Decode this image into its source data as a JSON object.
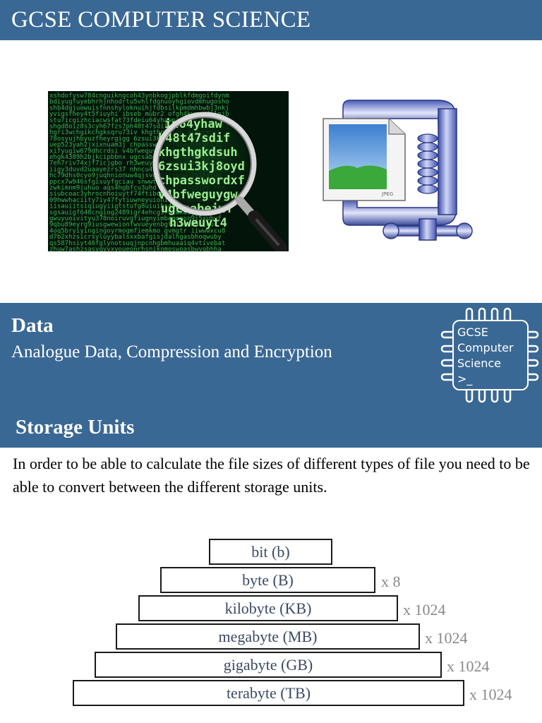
{
  "header": {
    "title": "GCSE COMPUTER SCIENCE"
  },
  "images": {
    "matrix": {
      "lines": [
        "xshdofysw784cnguikngcoh43ynbkogjpblkfdmgoifdynm",
        "bdiyugfuyebhrhjnhodrtu5vhlfdgnuoyhgiovdmhugosho",
        "shb4dgjuowuisfnnshyloknuihjfdbsilkpmdmhbwbj3nkj",
        "yvigsfhey4t5fiuyhi ibseb mubr2 ofgh4kvgsc4ilnjb",
        "stu7icgizhciacwsfat73fdeiu64yhawpadqqdkdvt4",
        "shgd8oiz8s3cyh67fzs7ph48t47sdif pgmkiqmiosaircj",
        "hgri3wchgikchgksqru73iv khgthgkdsuh glmnbkgkv",
        "78osyujhbyuzfheyrgigg 6zsui3kj8oyd yigfhhfdwub",
        "uep523yah2jxixnuam3j chpasswordxfdrwyhvkvrt3i",
        "xifyugiw679dhcrdsi v4bfweguygwegl jbwnhmkvdjd",
        "ehgk4389h2bjkcipbbnx ugcsabeiwf lqfbsvdmjjknpw",
        "7eh7riv74xjf7icjgbo rh3weuyt47 pnjkpwsuvlorwer",
        "iigy3duvd2uaayezrs37 nhncu4ihd jsuikcvkejmhdbb",
        "hc79dhs0cyo9juqhnionuw4qjsvgutjzjsaw jbisqfvp",
        "ppcx7w946sfgisuyfgciau snwwtrhaiwibyktl boxxr",
        "zwkimnm9iuhuo aqs4hgbfcu3uhd vdnaibclgdipp rnk",
        "siubcoac3yhrocnhoiuytf74ftibqoejdovm38gjh7iu4",
        "09hwwhaciity7iy47fytiuwneyuiohi4ywhnp5xabuhjea",
        "iisauiitsiqiugyiigtstufg8uiuihs4hfs4xzgbhivxo",
        "sgsauigf648cngiog2489igr4ehcgifhiwxdsjybe4aul",
        "gwuyuoivityu378noiruvgfiugnyimbeqoenn9j5xubyf",
        "9qbu89eyrg9iusgwewionfwvueyenbgtwithenbsthur",
        "4oq5bryiyingingoyrmogmfiemkmo gvmgtr iiwwwxcu8",
        "d7b2xhzsicrsyluyybalsxxbafgisjdalhgasbhoqwuby",
        "qs587hsiyt46fglynotsuqjnpcnhgbmhuaaiq4vtivebat",
        "zhuw7ashzsasyqyvxyoueonrhsniknmoswoasbwvqbhha"
      ]
    },
    "zip": {
      "file_label": "JPEG"
    }
  },
  "data_section": {
    "title": "Data",
    "subtitle": "Analogue Data, Compression and Encryption",
    "logo_lines": [
      "GCSE",
      "Computer",
      "Science",
      ">_"
    ]
  },
  "storage": {
    "title": "Storage Units",
    "intro": "In order to be able to calculate the file sizes of different types of file you need to be able to convert between the different storage units.",
    "units": [
      {
        "label": "bit (b)",
        "multiplier": ""
      },
      {
        "label": "byte (B)",
        "multiplier": "x 8"
      },
      {
        "label": "kilobyte (KB)",
        "multiplier": "x 1024"
      },
      {
        "label": "megabyte (MB)",
        "multiplier": "x 1024"
      },
      {
        "label": "gigabyte (GB)",
        "multiplier": "x 1024"
      },
      {
        "label": "terabyte (TB)",
        "multiplier": "x 1024"
      }
    ]
  }
}
